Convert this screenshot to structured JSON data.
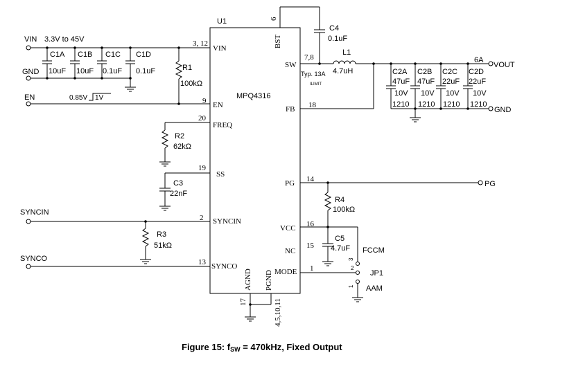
{
  "ic": {
    "ref": "U1",
    "part": "MPQ4316"
  },
  "pins": {
    "vin": {
      "num": "3, 12",
      "name": "VIN"
    },
    "en": {
      "num": "9",
      "name": "EN"
    },
    "freq": {
      "num": "20",
      "name": "FREQ"
    },
    "ss": {
      "num": "19",
      "name": "SS"
    },
    "syncin": {
      "num": "2",
      "name": "SYNCIN"
    },
    "synco": {
      "num": "13",
      "name": "SYNCO"
    },
    "bst": {
      "num": "6",
      "name": "BST"
    },
    "sw": {
      "num": "7,8",
      "name": "SW"
    },
    "fb": {
      "num": "18",
      "name": "FB"
    },
    "pg": {
      "num": "14",
      "name": "PG"
    },
    "vcc": {
      "num": "16",
      "name": "VCC"
    },
    "nc": {
      "num": "15",
      "name": "NC"
    },
    "mode": {
      "num": "1",
      "name": "MODE"
    },
    "agnd": {
      "num": "17",
      "name": "AGND"
    },
    "pgnd": {
      "num": "4,5,10,11",
      "name": "PGND"
    }
  },
  "ports": {
    "vin": "VIN",
    "vin_range": "3.3V to 45V",
    "gnd_in": "GND",
    "en": "EN",
    "en_threshold": "0.85V",
    "en_step": "1V",
    "syncin": "SYNCIN",
    "synco": "SYNCO",
    "vout_current": "6A",
    "vout": "VOUT",
    "gnd_out": "GND",
    "pg": "PG"
  },
  "components": {
    "c1a": {
      "ref": "C1A",
      "value": "10uF"
    },
    "c1b": {
      "ref": "C1B",
      "value": "10uF"
    },
    "c1c": {
      "ref": "C1C",
      "value": "0.1uF"
    },
    "c1d": {
      "ref": "C1D",
      "value": "0.1uF"
    },
    "r1": {
      "ref": "R1",
      "value": "100kΩ"
    },
    "r2": {
      "ref": "R2",
      "value": "62kΩ"
    },
    "c3": {
      "ref": "C3",
      "value": "22nF"
    },
    "r3": {
      "ref": "R3",
      "value": "51kΩ"
    },
    "c4": {
      "ref": "C4",
      "value": "0.1uF"
    },
    "l1": {
      "ref": "L1",
      "value": "4.7uH"
    },
    "c2a": {
      "ref": "C2A",
      "value": "47uF",
      "voltage": "10V",
      "size": "1210"
    },
    "c2b": {
      "ref": "C2B",
      "value": "47uF",
      "voltage": "10V",
      "size": "1210"
    },
    "c2c": {
      "ref": "C2C",
      "value": "22uF",
      "voltage": "10V",
      "size": "1210"
    },
    "c2d": {
      "ref": "C2D",
      "value": "22uF",
      "voltage": "10V",
      "size": "1210"
    },
    "r4": {
      "ref": "R4",
      "value": "100kΩ"
    },
    "c5": {
      "ref": "C5",
      "value": "4.7uF"
    },
    "jp1": {
      "ref": "JP1",
      "fccm": "FCCM",
      "aam": "AAM",
      "pin1": "1",
      "pin2": "2",
      "pin3": "3"
    }
  },
  "ilimit": {
    "label": "Typ. 13A",
    "sub": "ILIMIT"
  },
  "caption": {
    "prefix": "Figure 15: f",
    "sub": "SW",
    "suffix": " = 470kHz, Fixed Output"
  }
}
